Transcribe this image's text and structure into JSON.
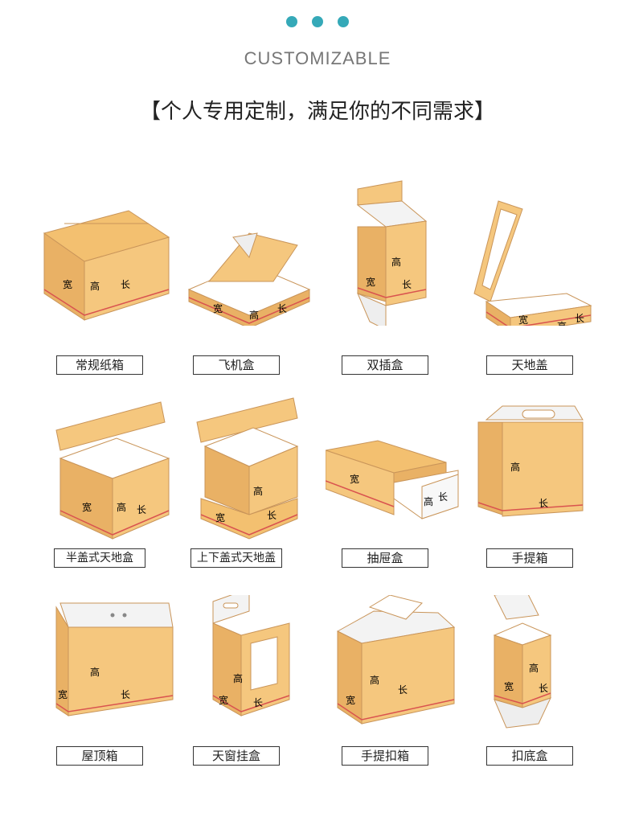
{
  "header": {
    "subtitle": "CUSTOMIZABLE",
    "title": "【个人专用定制，满足你的不同需求】"
  },
  "dims": {
    "width": "宽",
    "height": "高",
    "length": "长"
  },
  "colors": {
    "accent": "#35a9b8",
    "box_face": "#f5c77e",
    "box_side": "#e9b165",
    "edge_line": "#d9534f"
  },
  "boxes": [
    {
      "label": "常规纸箱"
    },
    {
      "label": "飞机盒"
    },
    {
      "label": "双插盒"
    },
    {
      "label": "天地盖"
    },
    {
      "label": "半盖式天地盒"
    },
    {
      "label": "上下盖式天地盖"
    },
    {
      "label": "抽屉盒"
    },
    {
      "label": "手提箱"
    },
    {
      "label": "屋顶箱"
    },
    {
      "label": "天窗挂盒"
    },
    {
      "label": "手提扣箱"
    },
    {
      "label": "扣底盒"
    }
  ]
}
